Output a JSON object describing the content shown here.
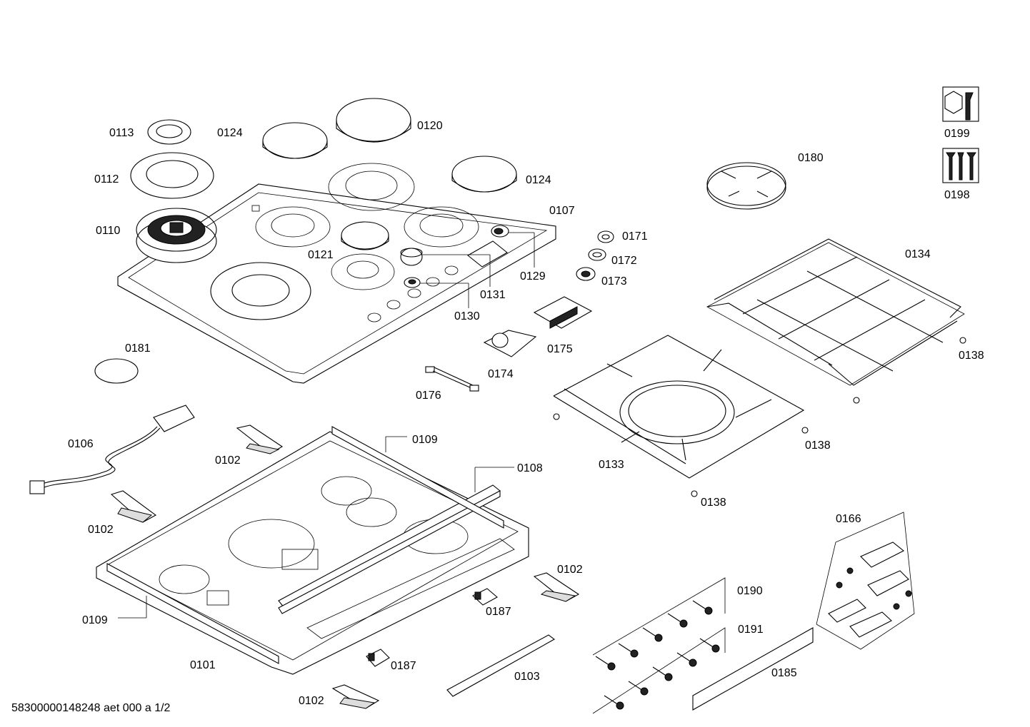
{
  "document_code": "58300000148248 aet 000 a 1/2",
  "parts": {
    "0101": "0101",
    "0102": "0102",
    "0103": "0103",
    "0106": "0106",
    "0107": "0107",
    "0108": "0108",
    "0109": "0109",
    "0110": "0110",
    "0112": "0112",
    "0113": "0113",
    "0120": "0120",
    "0121": "0121",
    "0124": "0124",
    "0129": "0129",
    "0130": "0130",
    "0131": "0131",
    "0133": "0133",
    "0134": "0134",
    "0138": "0138",
    "0166": "0166",
    "0171": "0171",
    "0172": "0172",
    "0173": "0173",
    "0174": "0174",
    "0175": "0175",
    "0176": "0176",
    "0180": "0180",
    "0181": "0181",
    "0185": "0185",
    "0187": "0187",
    "0190": "0190",
    "0191": "0191",
    "0198": "0198",
    "0199": "0199"
  },
  "icons": {
    "service_tool": "wrench-nut-icon",
    "fasteners": "screws-icon"
  }
}
